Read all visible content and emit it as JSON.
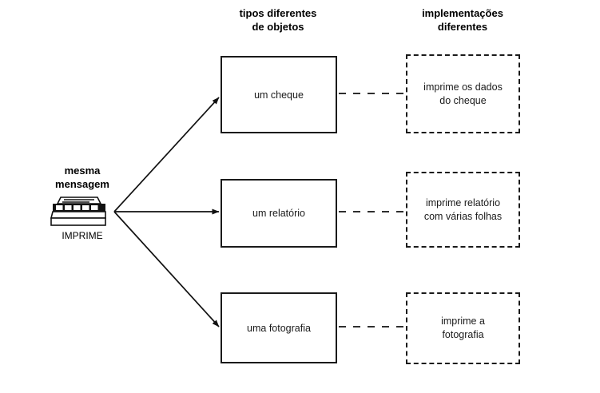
{
  "diagram": {
    "title_columns": {
      "types": "tipos diferentes\nde objetos",
      "implementations": "implementações\ndiferentes"
    },
    "source": {
      "label": "mesma\nmensagem",
      "message": "IMPRIME",
      "icon": "printer-icon"
    },
    "rows": [
      {
        "type_label": "um cheque",
        "impl_label": "imprime os dados\ndo cheque"
      },
      {
        "type_label": "um relatório",
        "impl_label": "imprime relatório\ncom várias folhas"
      },
      {
        "type_label": "uma fotografia",
        "impl_label": "imprime a\nfotografia"
      }
    ],
    "colors": {
      "stroke": "#1a1a1a",
      "background": "#ffffff",
      "text": "#000000"
    }
  }
}
